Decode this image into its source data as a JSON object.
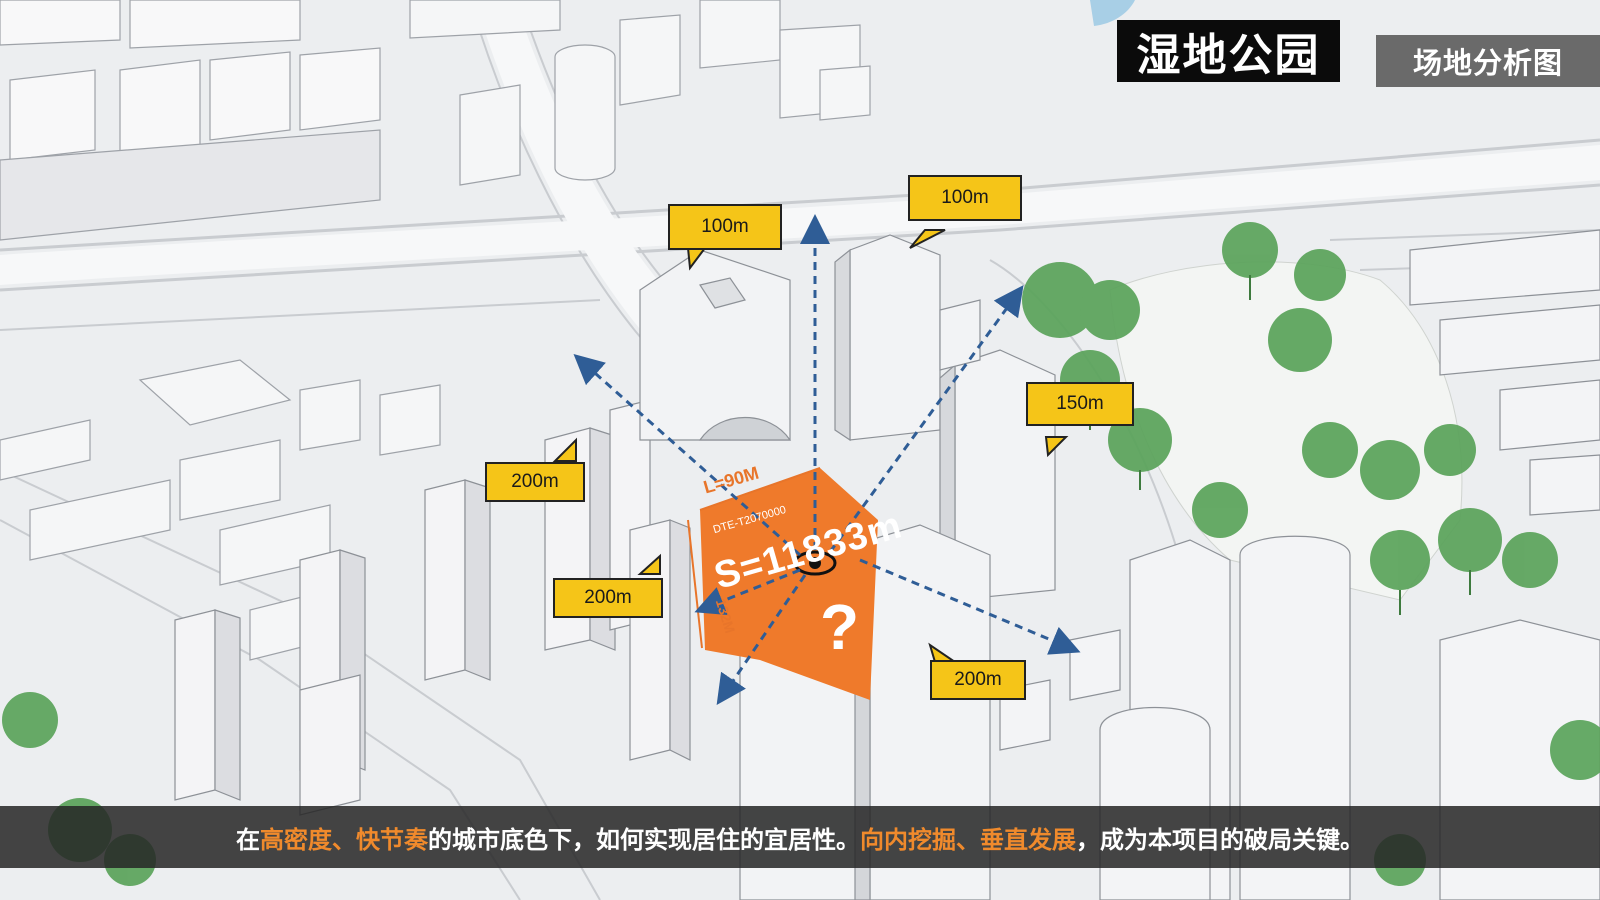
{
  "title": "湿地公园",
  "subtitle": "场地分析图",
  "site": {
    "area_label": "S=11833m",
    "plot_code": "DTE-T2070000",
    "dim_top": "L=90M",
    "dim_side": "132M",
    "question_mark": "?"
  },
  "callouts": [
    {
      "text": "100m"
    },
    {
      "text": "100m"
    },
    {
      "text": "150m"
    },
    {
      "text": "200m"
    },
    {
      "text": "200m"
    },
    {
      "text": "200m"
    }
  ],
  "caption": {
    "p1": "在",
    "h1": "高密度、快节奏",
    "p2": "的城市底色下，如何实现居住的宜居性。",
    "h2": "向内挖掘、垂直发展",
    "p3": "，成为本项目的破局关键。"
  },
  "colors": {
    "site_orange": "#ef7a2b",
    "callout_yellow": "#f5c518",
    "arrow_blue": "#2f5d96",
    "tree_green": "#5aa35a",
    "highlight_orange": "#f08a2c"
  }
}
